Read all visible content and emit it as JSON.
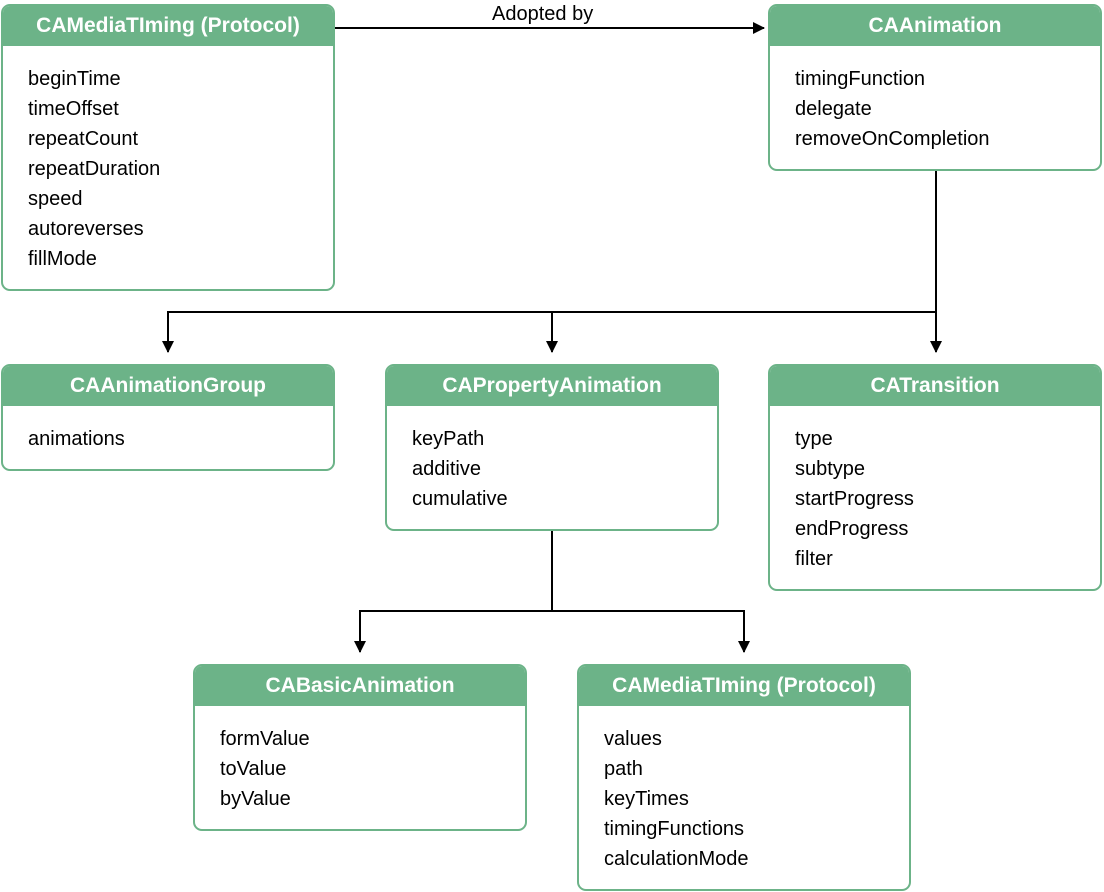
{
  "edge_labels": {
    "adopted_by": "Adopted by"
  },
  "boxes": {
    "camediatiming_protocol": {
      "title": "CAMediaTIming (Protocol)",
      "properties": [
        "beginTime",
        "timeOffset",
        "repeatCount",
        "repeatDuration",
        "speed",
        "autoreverses",
        "fillMode"
      ]
    },
    "caanimation": {
      "title": "CAAnimation",
      "properties": [
        "timingFunction",
        "delegate",
        "removeOnCompletion"
      ]
    },
    "caanimationgroup": {
      "title": "CAAnimationGroup",
      "properties": [
        "animations"
      ]
    },
    "capropertyanimation": {
      "title": "CAPropertyAnimation",
      "properties": [
        "keyPath",
        "additive",
        "cumulative"
      ]
    },
    "catransition": {
      "title": "CATransition",
      "properties": [
        "type",
        "subtype",
        "startProgress",
        "endProgress",
        "filter"
      ]
    },
    "cabasicanimation": {
      "title": "CABasicAnimation",
      "properties": [
        "formValue",
        "toValue",
        "byValue"
      ]
    },
    "camediatiming_protocol_2": {
      "title": "CAMediaTIming (Protocol)",
      "properties": [
        "values",
        "path",
        "keyTimes",
        "timingFunctions",
        "calculationMode"
      ]
    }
  },
  "colors": {
    "header_fill": "#6cb388",
    "border": "#6cb388",
    "header_text": "#ffffff",
    "connector": "#000000"
  }
}
